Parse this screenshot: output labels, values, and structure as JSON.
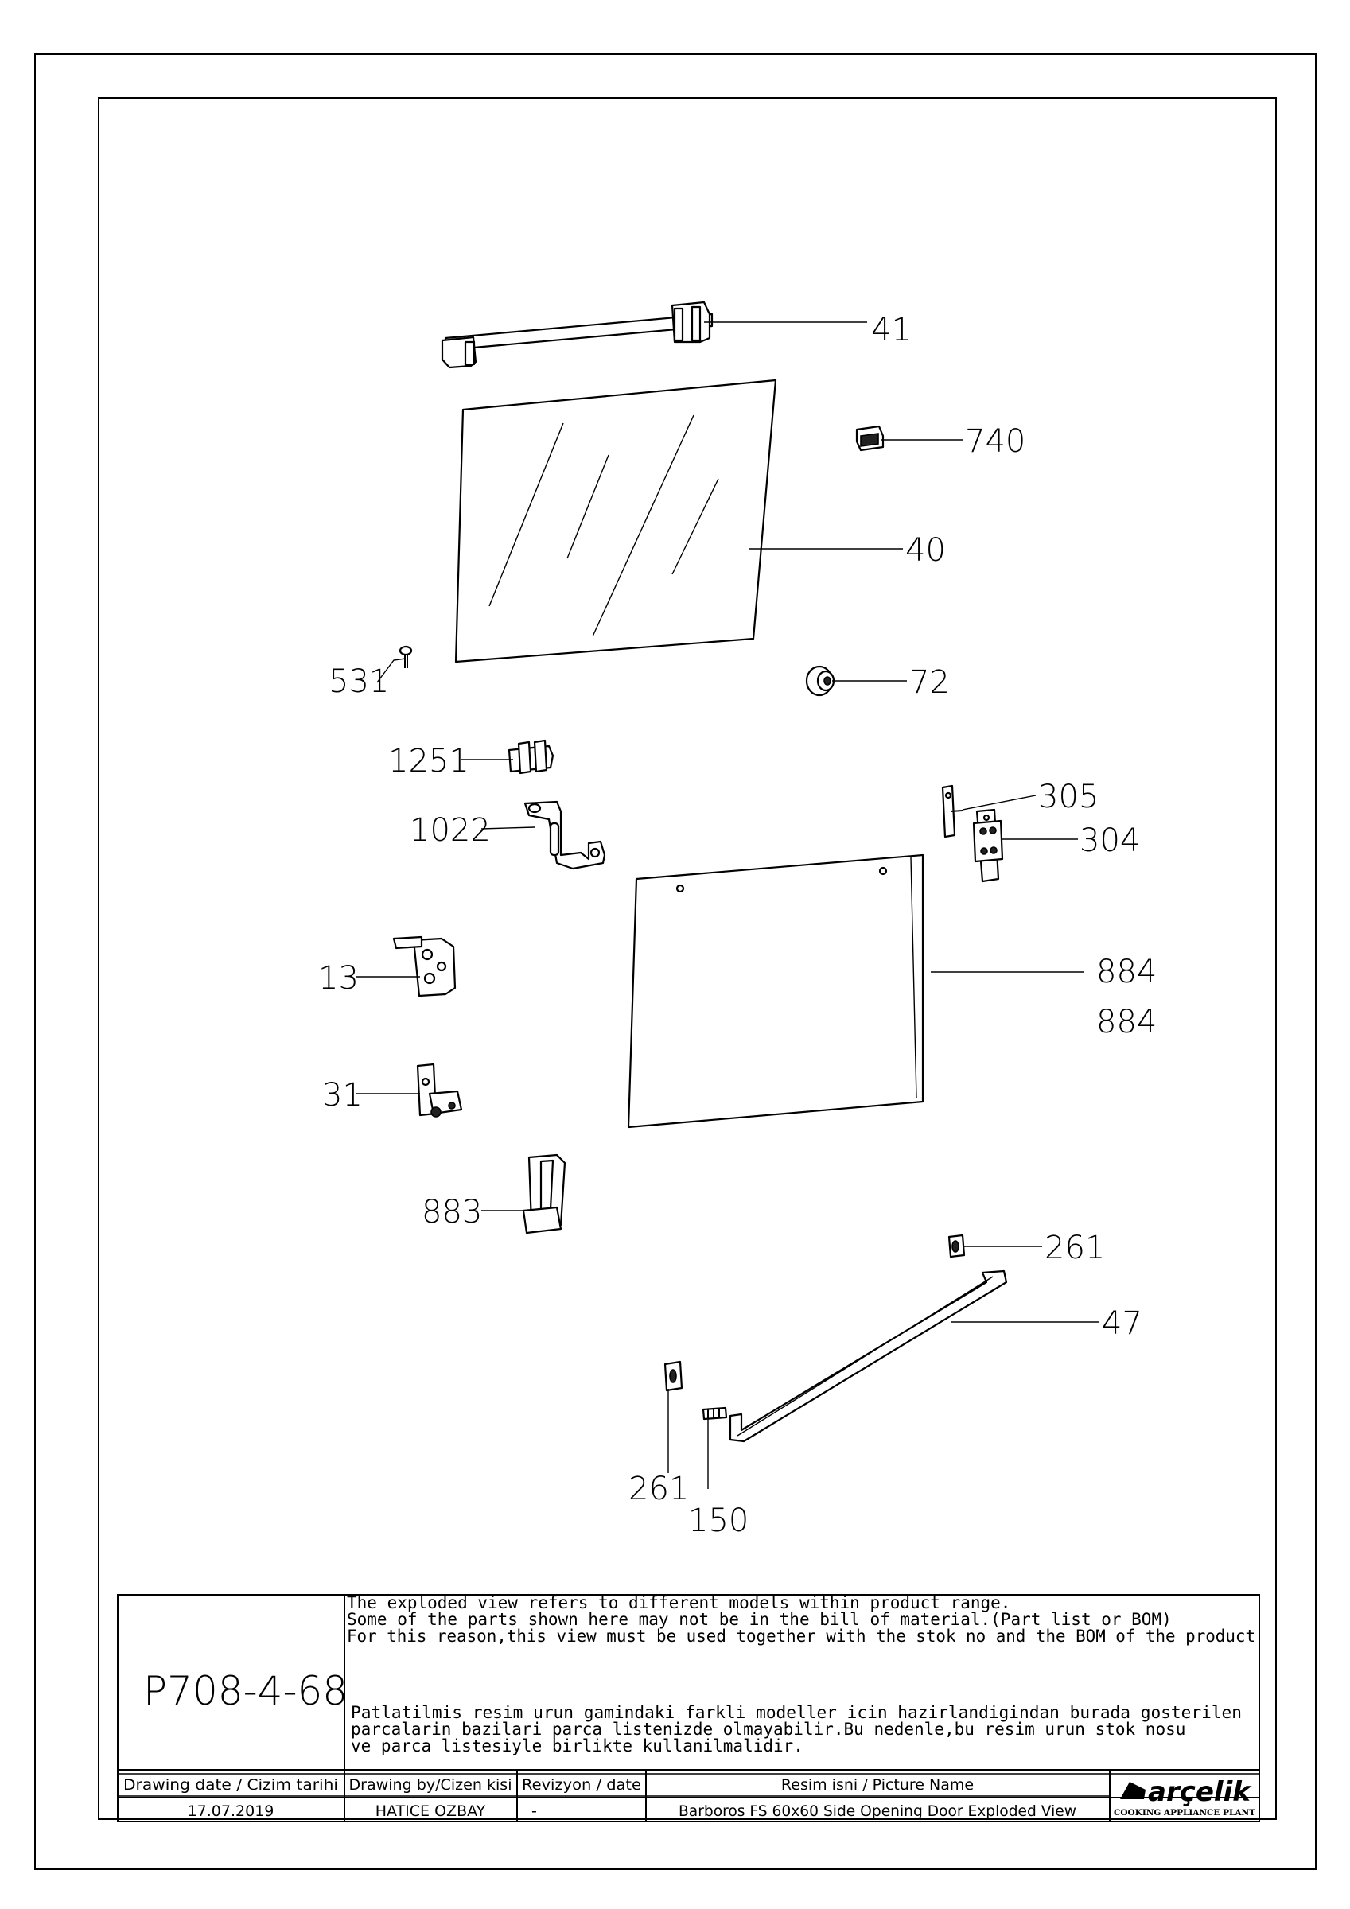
{
  "callouts": [
    {
      "id": "c41",
      "label": "41"
    },
    {
      "id": "c740",
      "label": "740"
    },
    {
      "id": "c40",
      "label": "40"
    },
    {
      "id": "c531",
      "label": "531"
    },
    {
      "id": "c72",
      "label": "72"
    },
    {
      "id": "c1251",
      "label": "1251"
    },
    {
      "id": "c305",
      "label": "305"
    },
    {
      "id": "c1022",
      "label": "1022"
    },
    {
      "id": "c304",
      "label": "304"
    },
    {
      "id": "c13",
      "label": "13"
    },
    {
      "id": "c884a",
      "label": "884"
    },
    {
      "id": "c884b",
      "label": "884"
    },
    {
      "id": "c31",
      "label": "31"
    },
    {
      "id": "c883",
      "label": "883"
    },
    {
      "id": "c261a",
      "label": "261"
    },
    {
      "id": "c47",
      "label": "47"
    },
    {
      "id": "c261b",
      "label": "261"
    },
    {
      "id": "c150",
      "label": "150"
    }
  ],
  "title_block": {
    "drawing_code": "P708-4-68",
    "note_en": [
      "The exploded view refers to different models within product range.",
      "Some of the parts shown here may not be in the bill of material.(Part list or BOM)",
      "For this reason,this view must be used together with the stok no and the BOM of the product"
    ],
    "note_tr": [
      "Patlatilmis resim urun gamindaki farkli modeller icin hazirlandigindan burada gosterilen",
      "parcalarin bazilari parca listenizde olmayabilir.Bu nedenle,bu resim urun stok nosu",
      "ve parca listesiyle birlikte kullanilmalidir."
    ],
    "headers": {
      "drawing_date": "Drawing date / Cizim tarihi",
      "drawn_by": "Drawing by/Cizen kisi",
      "revision": "Revizyon / date",
      "picture_name": "Resim isni / Picture Name"
    },
    "values": {
      "drawing_date": "17.07.2019",
      "drawn_by": "HATICE OZBAY",
      "revision": "-",
      "picture_name": "Barboros FS 60x60 Side Opening Door Exploded View"
    },
    "logo": {
      "brand": "arçelik",
      "subtitle": "COOKING APPLIANCE PLANT",
      "icon": "arcelik-swoosh-icon"
    }
  }
}
